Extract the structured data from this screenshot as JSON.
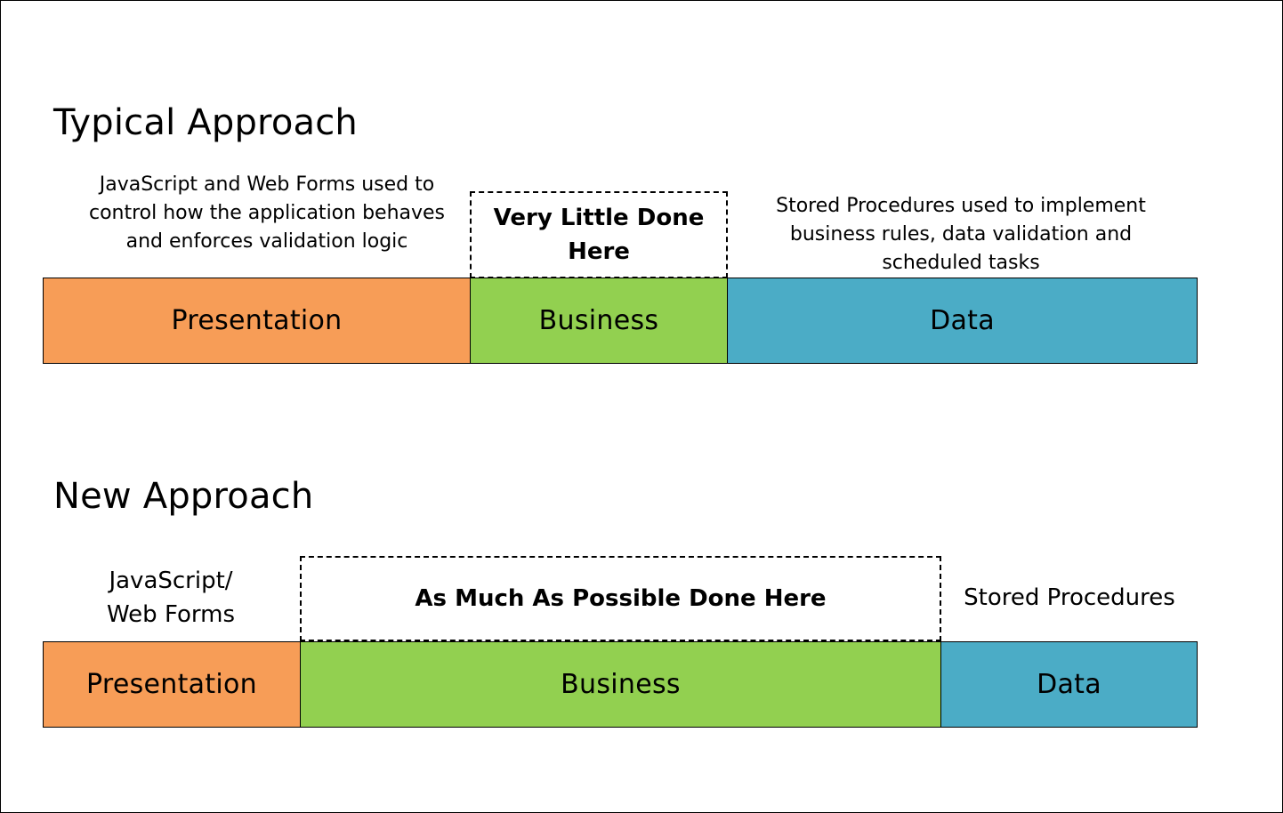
{
  "typical": {
    "title": "Typical Approach",
    "presentation_note": "JavaScript and Web Forms used to control how the application behaves and enforces validation logic",
    "business_note": "Very Little Done Here",
    "data_note": "Stored Procedures used to implement business rules, data validation and scheduled tasks",
    "layers": {
      "presentation": "Presentation",
      "business": "Business",
      "data": "Data"
    }
  },
  "new": {
    "title": "New Approach",
    "presentation_note": "JavaScript/ Web Forms",
    "business_note": "As Much As Possible Done Here",
    "data_note": "Stored Procedures",
    "layers": {
      "presentation": "Presentation",
      "business": "Business",
      "data": "Data"
    }
  },
  "colors": {
    "presentation": "#f79d57",
    "business": "#92d050",
    "data": "#4bacc6"
  }
}
